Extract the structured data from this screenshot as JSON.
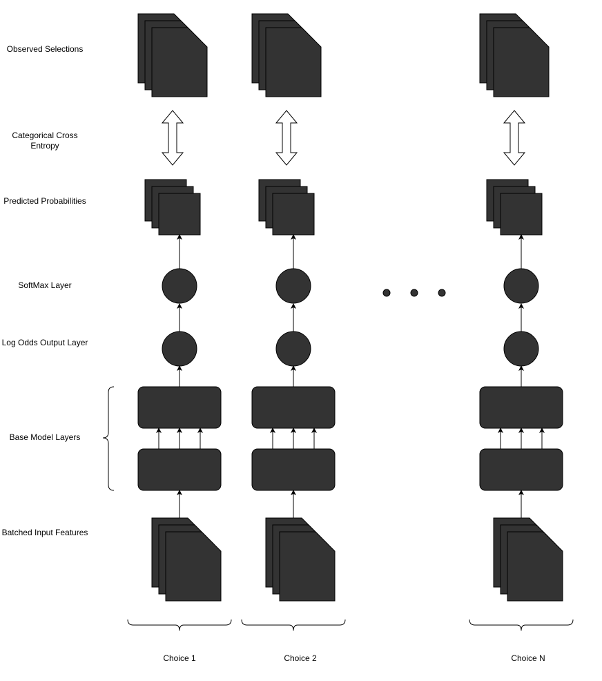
{
  "row_labels": [
    "Observed Selections",
    "Categorical Cross Entropy",
    "Predicted Probabilities",
    "SoftMax Layer",
    "Log Odds Output Layer",
    "Base Model Layers",
    "Batched Input Features"
  ],
  "columns": [
    {
      "label": "Choice 1"
    },
    {
      "label": "Choice 2"
    },
    {
      "label": "Choice N"
    }
  ],
  "colors": {
    "fill": "#333333",
    "stroke": "#000000",
    "background": "#ffffff",
    "text": "#000000"
  }
}
